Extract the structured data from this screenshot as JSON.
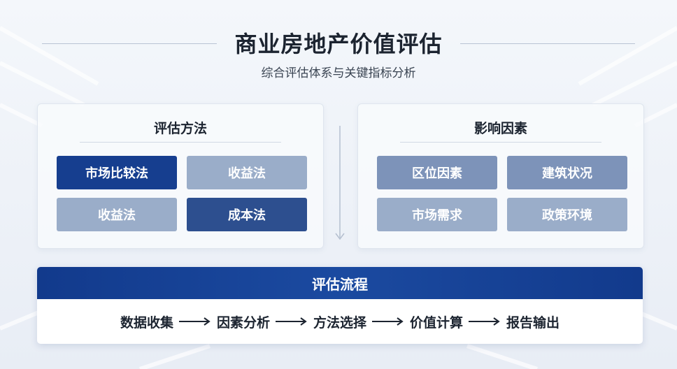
{
  "header": {
    "title": "商业房地产价值评估",
    "subtitle": "综合评估体系与关键指标分析"
  },
  "methods_panel": {
    "title": "评估方法",
    "items": [
      "市场比较法",
      "收益法",
      "收益法",
      "成本法"
    ]
  },
  "factors_panel": {
    "title": "影响因素",
    "items": [
      "区位因素",
      "建筑状况",
      "市场需求",
      "政策环境"
    ]
  },
  "process": {
    "title": "评估流程",
    "steps": [
      "数据收集",
      "因素分析",
      "方法选择",
      "价值计算",
      "报告输出"
    ]
  },
  "colors": {
    "primary_dark": "#163e8f",
    "primary_mid": "#2d4f8f",
    "chip_light": "#9aadc9",
    "chip_steel": "#7d93b9",
    "text_dark": "#1c2430"
  }
}
